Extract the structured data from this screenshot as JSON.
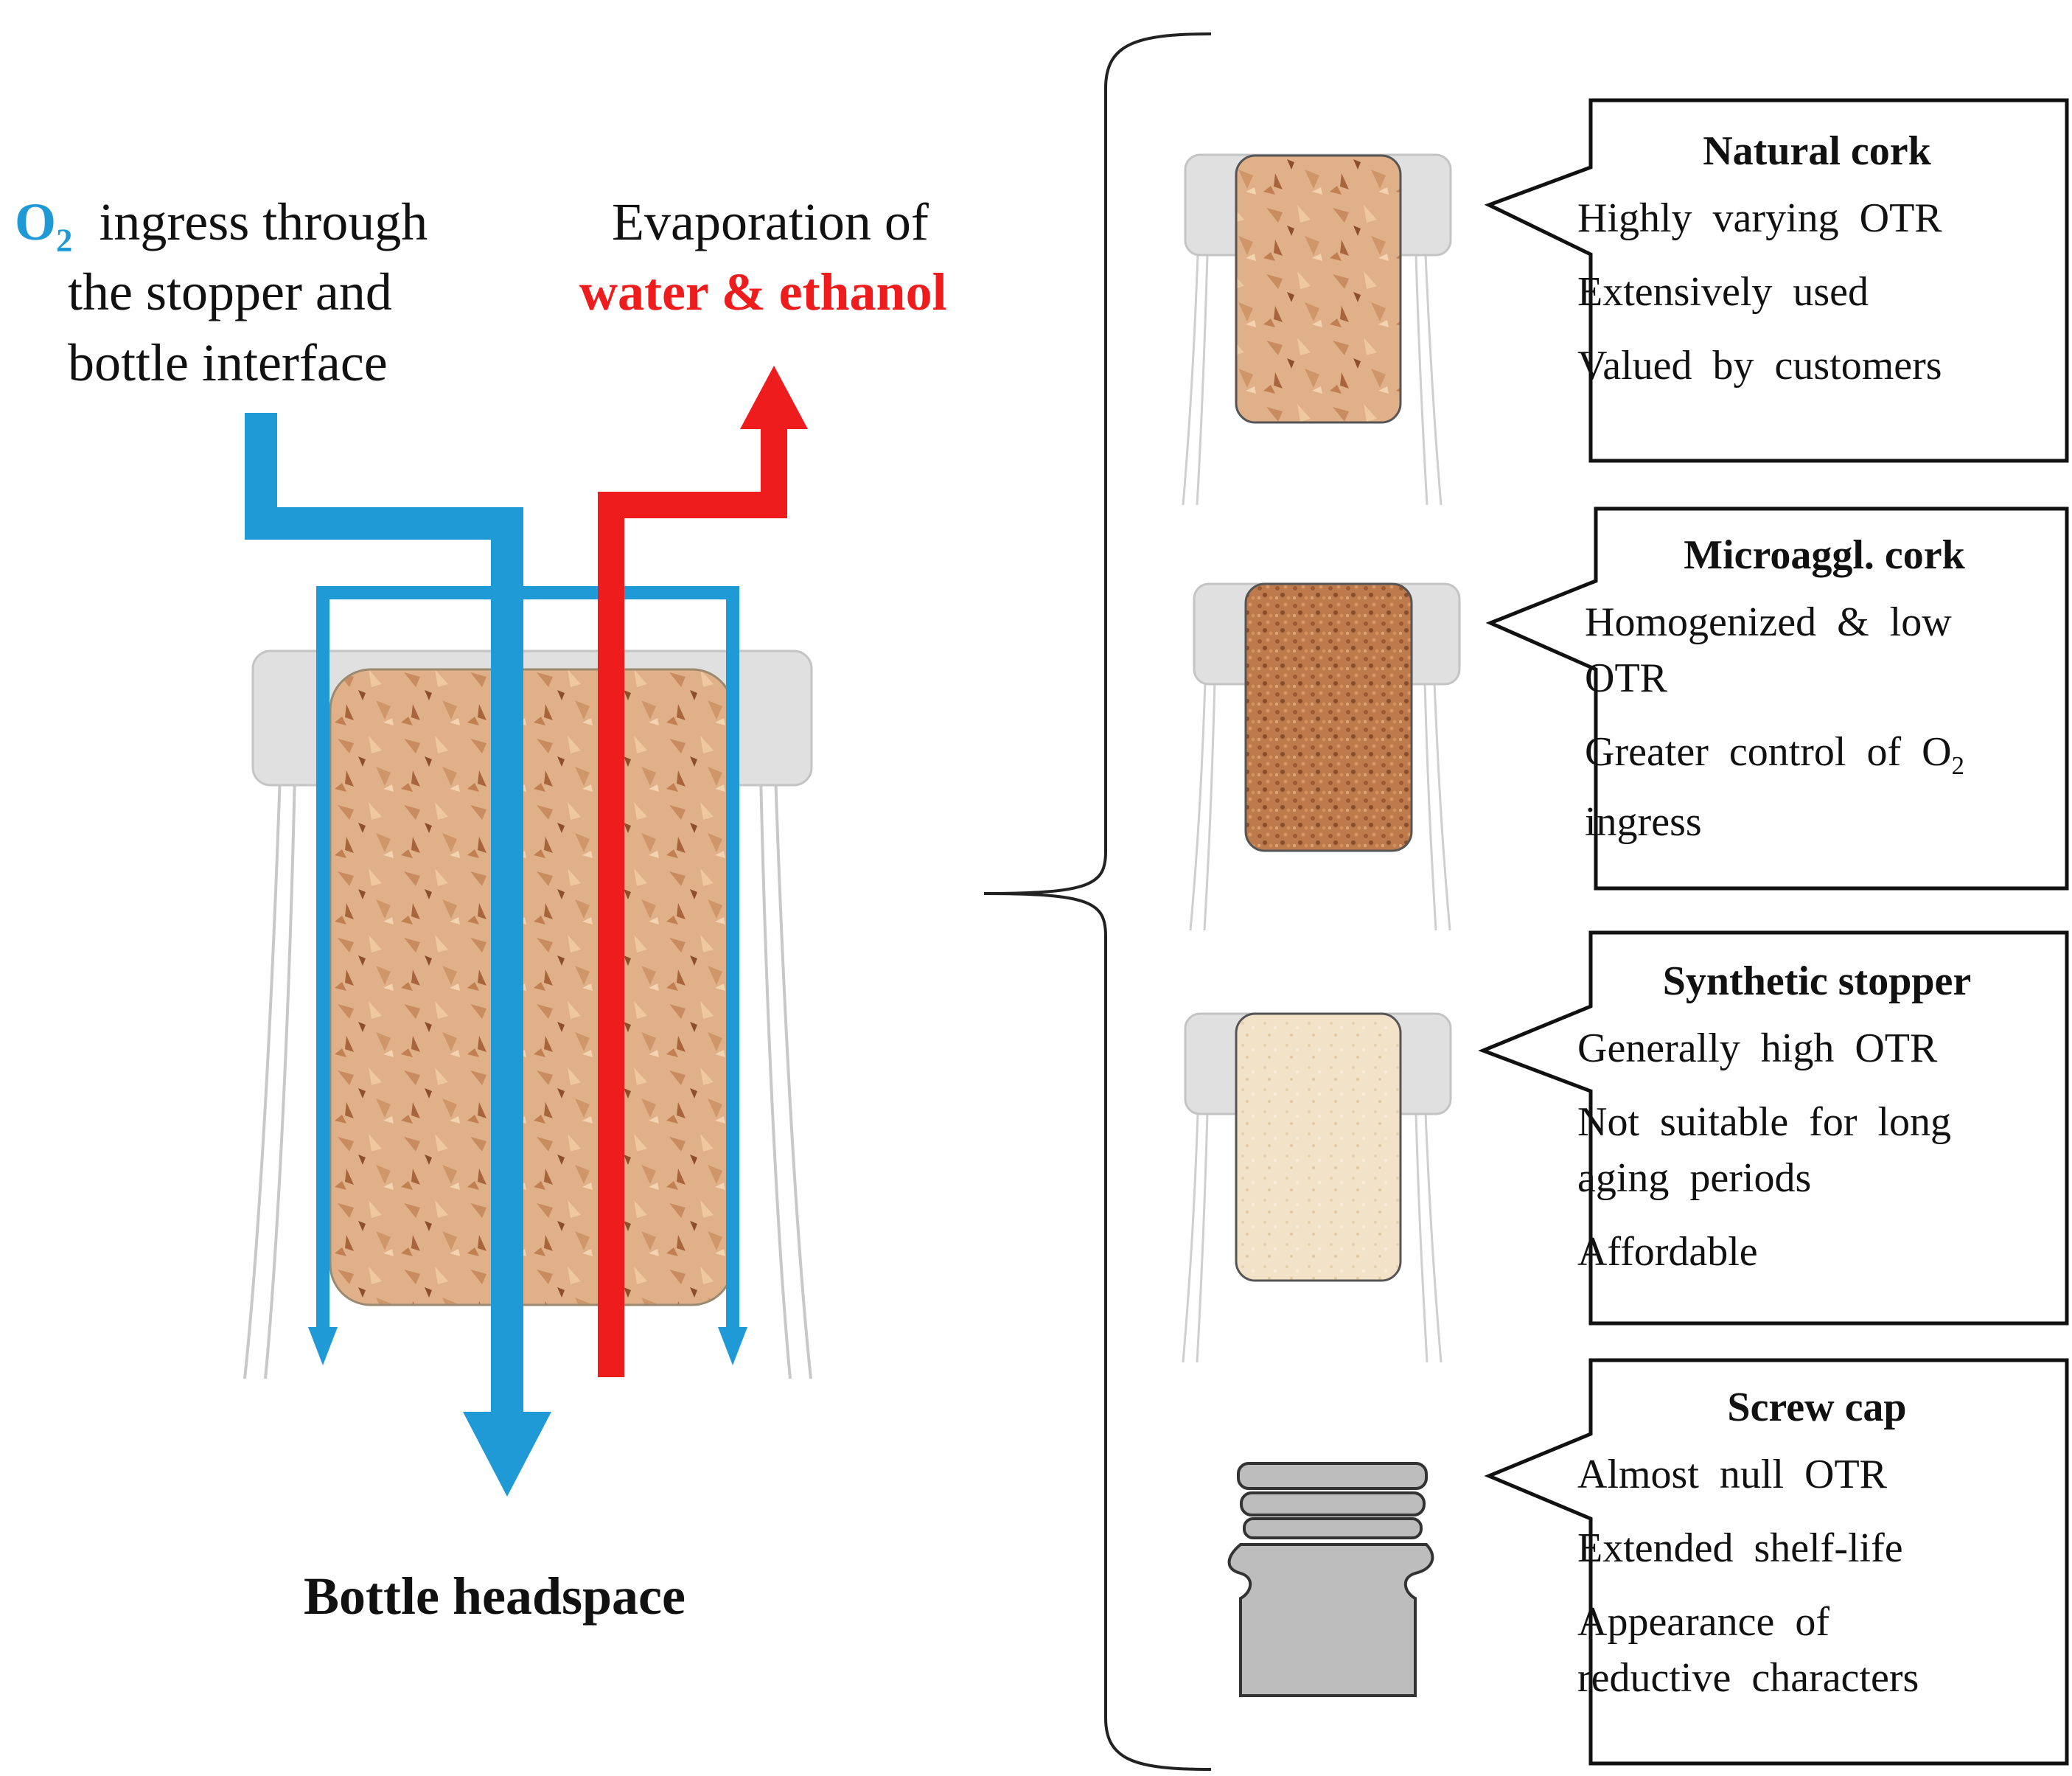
{
  "left": {
    "o2_symbol": "O",
    "o2_subscript": "2",
    "o2_text_line1": "ingress through",
    "o2_text_line2": "the stopper and",
    "o2_text_line3": "bottle interface",
    "evap_line1": "Evaporation of",
    "evap_line2": "water & ethanol",
    "bottom_label": "Bottle headspace"
  },
  "closures": [
    {
      "title": "Natural cork",
      "lines": [
        "Highly varying OTR",
        "Extensively used",
        "Valued by customers"
      ]
    },
    {
      "title": "Microaggl. cork",
      "lines": [
        "Homogenized & low",
        "OTR",
        "Greater control of O",
        "2",
        "ingress"
      ]
    },
    {
      "title": "Synthetic stopper",
      "lines": [
        "Generally high OTR",
        "Not suitable for long",
        "aging periods",
        "Affordable"
      ]
    },
    {
      "title": "Screw cap",
      "lines": [
        "Almost null OTR",
        "Extended shelf-life",
        "Appearance of",
        "reductive characters"
      ]
    }
  ],
  "colors": {
    "o2_blue": "#1f9ad6",
    "evap_red": "#ee1c1c",
    "cork": "#d9a77c",
    "cork_dense": "#b8744a",
    "synthetic": "#efdcc0",
    "cap_gray": "#bdbdbd",
    "bottle_gray": "#e0e0e0"
  }
}
